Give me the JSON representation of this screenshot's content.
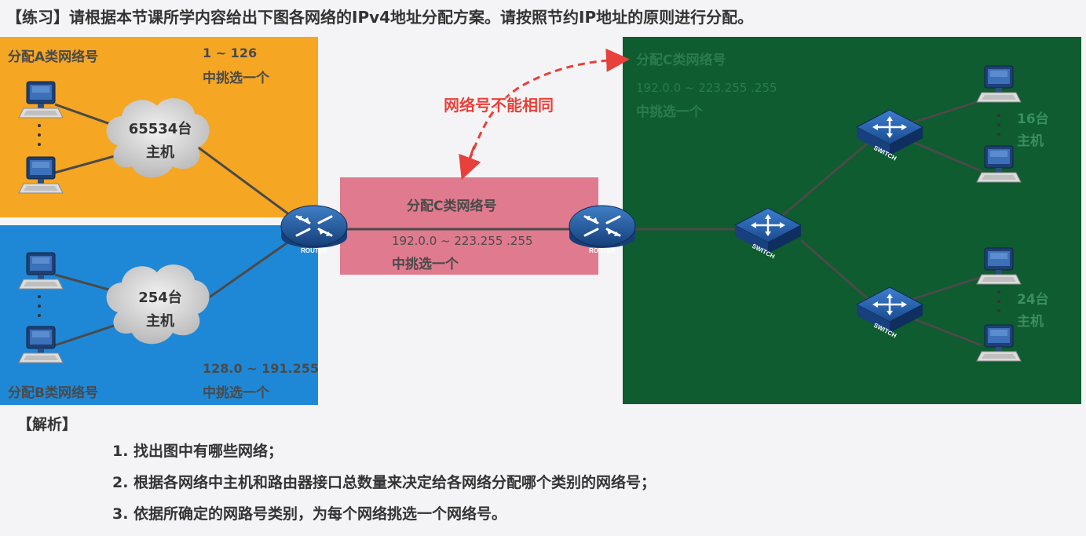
{
  "title": "【练习】请根据本节课所学内容给出下图各网络的IPv4地址分配方案。请按照节约IP地址的原则进行分配。",
  "network_a": {
    "label": "分配A类网络号",
    "range": "1 ~ 126",
    "pick": "中挑选一个",
    "hosts_count": "65534台",
    "hosts_unit": "主机",
    "color": "#f5a623"
  },
  "network_b": {
    "label": "分配B类网络号",
    "range": "128.0 ~ 191.255",
    "pick": "中挑选一个",
    "hosts_count": "254台",
    "hosts_unit": "主机",
    "color": "#1f88d6"
  },
  "network_mid": {
    "label": "分配C类网络号",
    "range": "192.0.0 ~ 223.255 .255",
    "pick": "中挑选一个",
    "color": "#e07a8e"
  },
  "network_c": {
    "label": "分配C类网络号",
    "range": "192.0.0 ~ 223.255 .255",
    "pick": "中挑选一个",
    "color": "#0e5c2f",
    "group1_count": "16台",
    "group1_unit": "主机",
    "group2_count": "24台",
    "group2_unit": "主机"
  },
  "note": "网络号不能相同",
  "device_labels": {
    "router": "ROUTER",
    "switch": "SWITCH"
  },
  "analysis": {
    "heading": "【解析】",
    "steps": [
      "1. 找出图中有哪些网络；",
      "2. 根据各网络中主机和路由器接口总数量来决定给各网络分配哪个类别的网络号；",
      "3. 依据所确定的网路号类别，为每个网络挑选一个网络号。"
    ]
  },
  "icons": [
    "computer-icon",
    "cloud-icon",
    "router-icon",
    "switch-icon",
    "dashed-arrow-icon"
  ]
}
